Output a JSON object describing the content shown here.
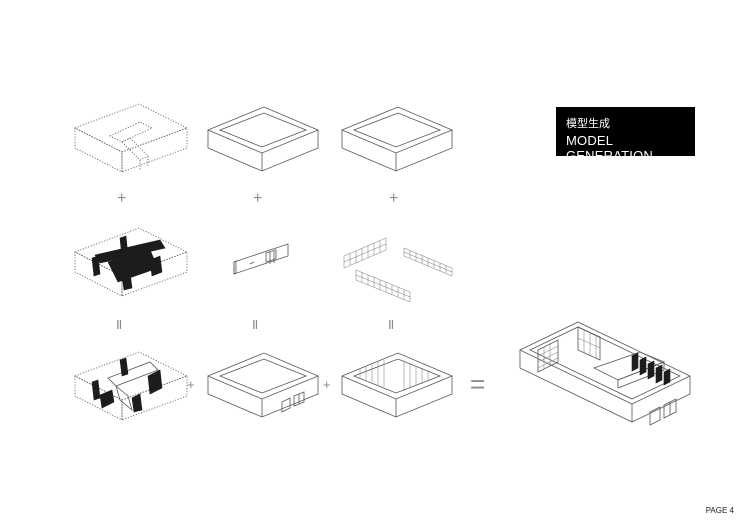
{
  "title_box": {
    "chinese": "模型生成",
    "english": "MODEL GENERATION"
  },
  "page_label": "PAGE 4",
  "operators": {
    "plus": "+",
    "equals_vertical": "II",
    "equals": "="
  },
  "colors": {
    "line": "#444444",
    "dark": "#1a1a1a",
    "label_bg": "#000000",
    "operator": "#8a8a8a"
  }
}
